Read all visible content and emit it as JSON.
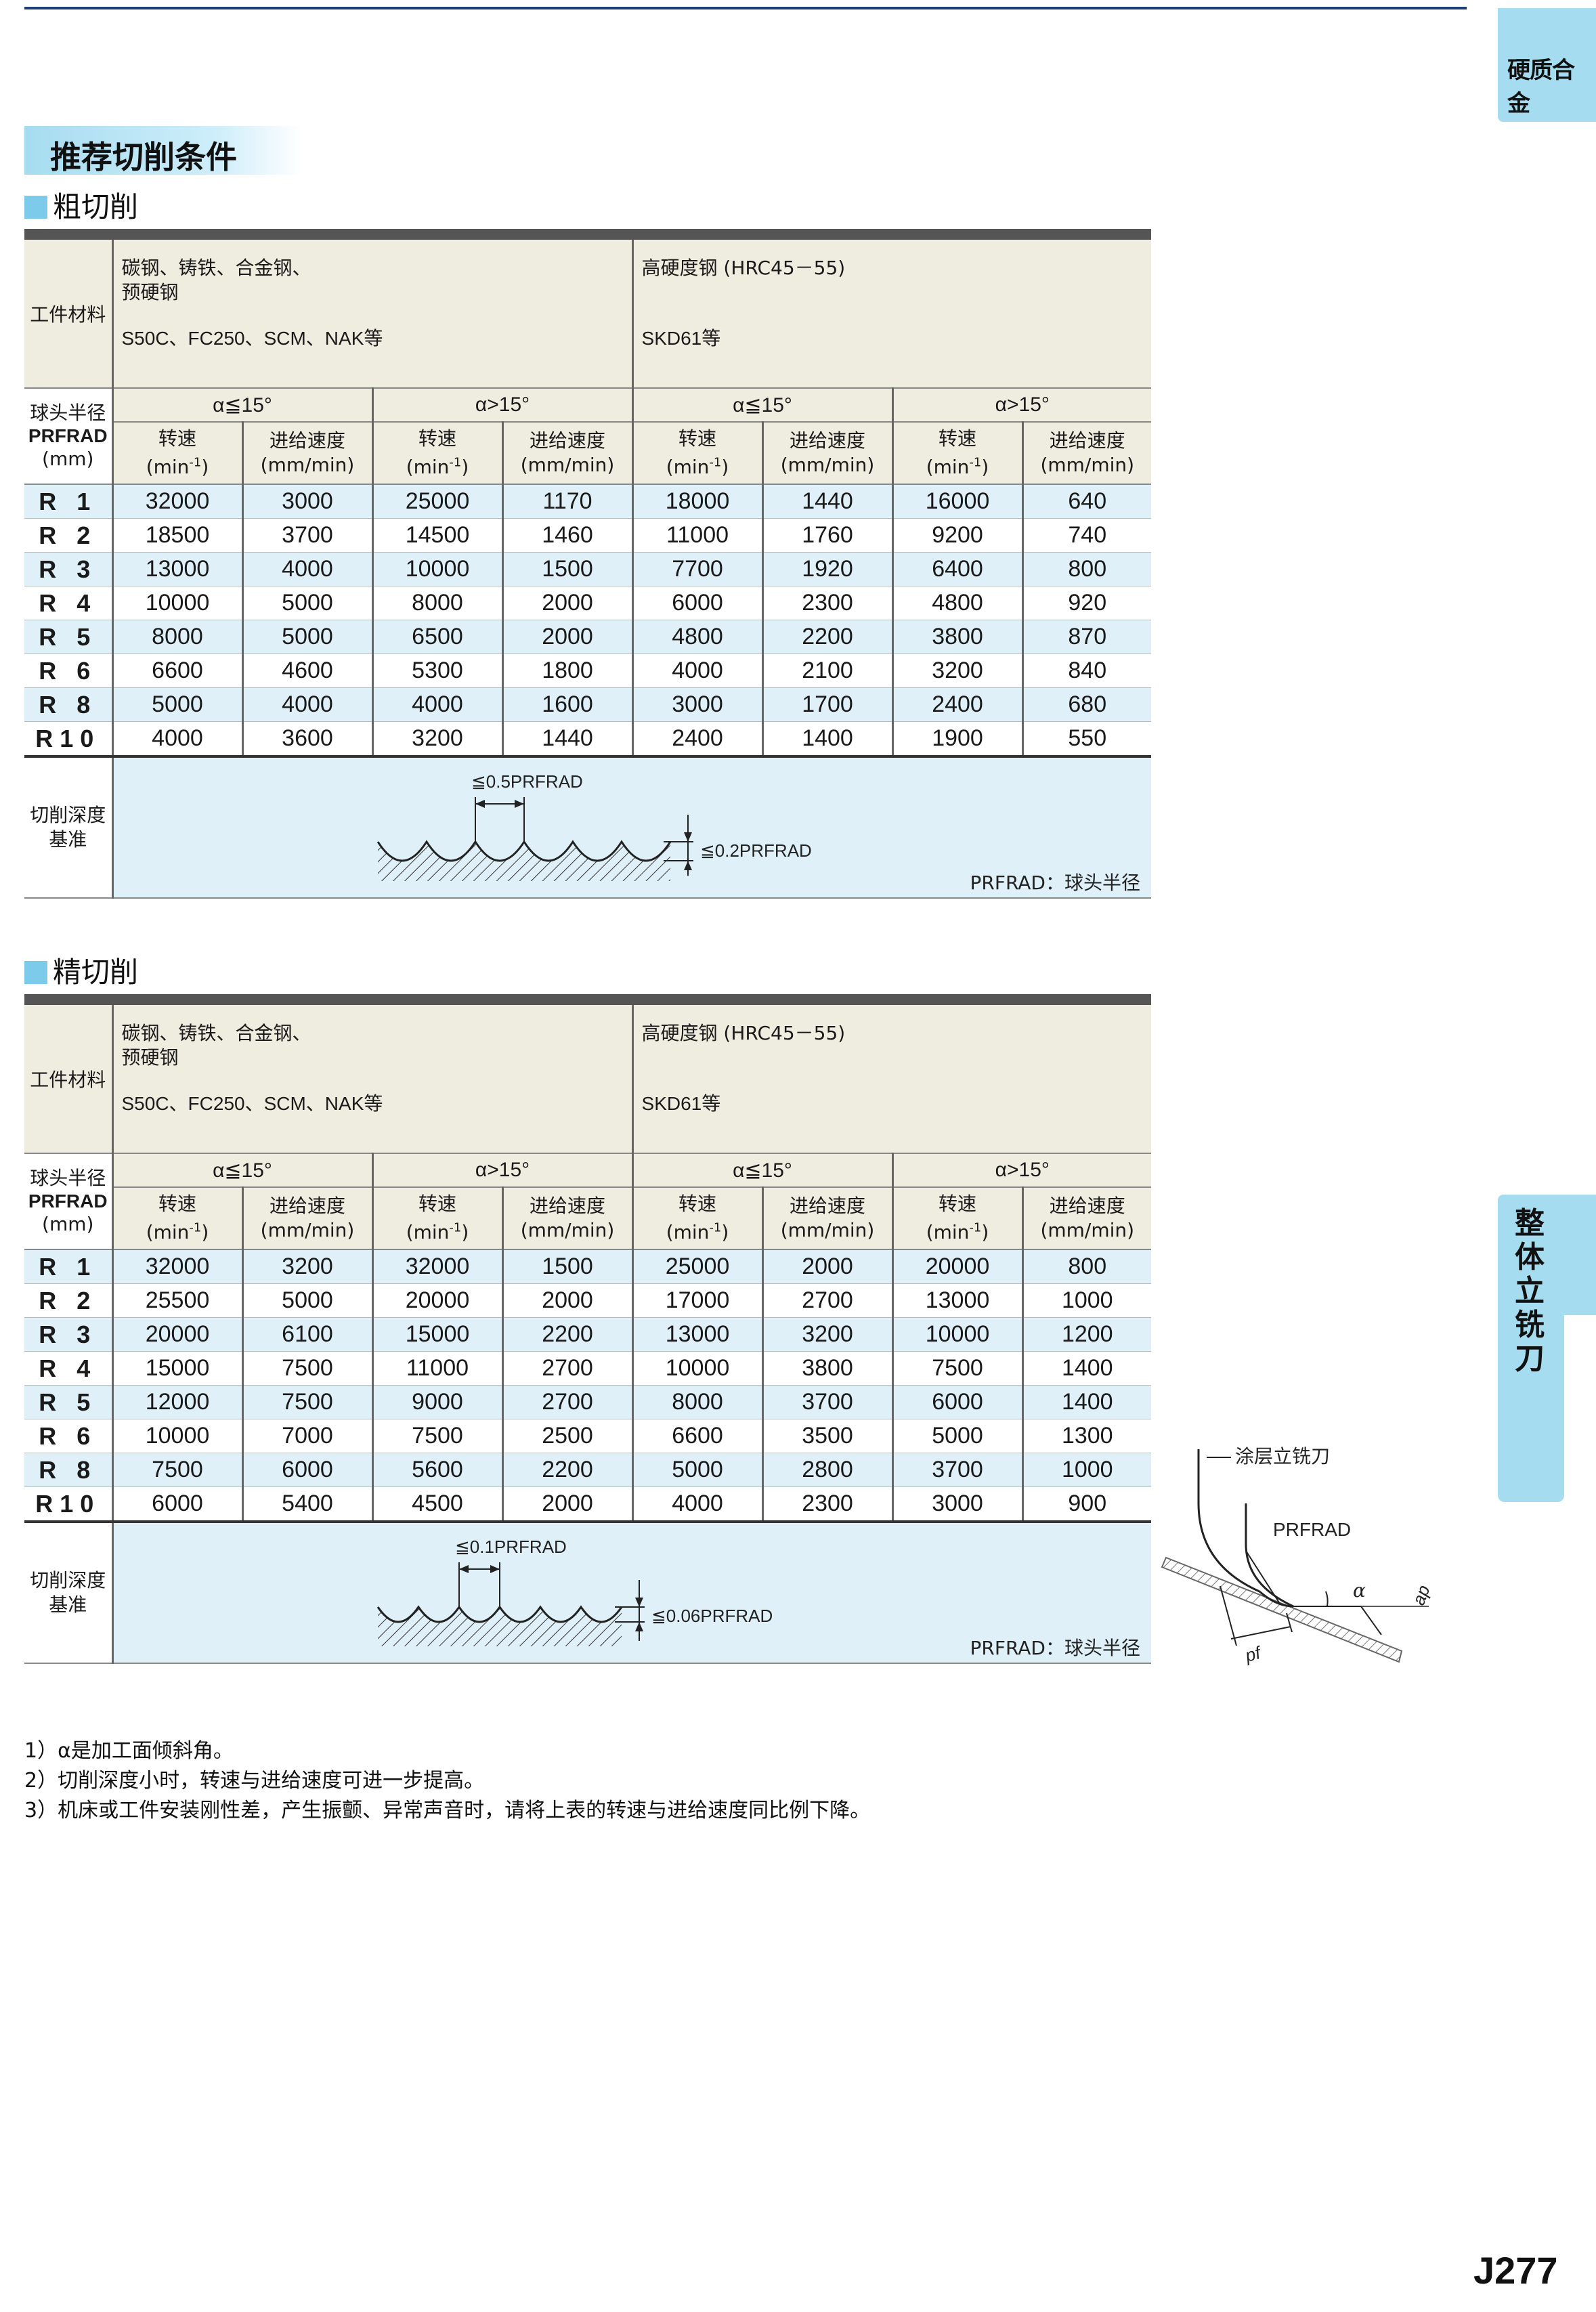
{
  "side_tab_top": "硬质合金",
  "side_tab_mid": [
    "整",
    "体",
    "立",
    "铣",
    "刀"
  ],
  "section_title": "推荐切削条件",
  "page_number": "J277",
  "labels": {
    "work_material": "工件材料",
    "ball_radius": [
      "球头半径",
      "PRFRAD",
      "(mm)"
    ],
    "cut_depth": [
      "切削深度",
      "基准"
    ],
    "prfrad_note": "PRFRAD：球头半径",
    "speed": [
      "转速",
      "(min-1)"
    ],
    "feed": [
      "进给速度",
      "(mm/min)"
    ],
    "angle_le": "α≦15°",
    "angle_gt": "α>15°"
  },
  "materials": {
    "left_top": [
      "碳钢、铸铁、合金钢、",
      "预硬钢"
    ],
    "left_bottom": "S50C、FC250、SCM、NAK等",
    "right_top": "高硬度钢 (HRC45－55)",
    "right_bottom": "SKD61等"
  },
  "rough": {
    "heading": "粗切削",
    "pitch_label": "≦0.5PRFRAD",
    "depth_label": "≦0.2PRFRAD",
    "rows": [
      {
        "r": "R 1",
        "v": [
          "32000",
          "3000",
          "25000",
          "1170",
          "18000",
          "1440",
          "16000",
          "640"
        ]
      },
      {
        "r": "R 2",
        "v": [
          "18500",
          "3700",
          "14500",
          "1460",
          "11000",
          "1760",
          "9200",
          "740"
        ]
      },
      {
        "r": "R 3",
        "v": [
          "13000",
          "4000",
          "10000",
          "1500",
          "7700",
          "1920",
          "6400",
          "800"
        ]
      },
      {
        "r": "R 4",
        "v": [
          "10000",
          "5000",
          "8000",
          "2000",
          "6000",
          "2300",
          "4800",
          "920"
        ]
      },
      {
        "r": "R 5",
        "v": [
          "8000",
          "5000",
          "6500",
          "2000",
          "4800",
          "2200",
          "3800",
          "870"
        ]
      },
      {
        "r": "R 6",
        "v": [
          "6600",
          "4600",
          "5300",
          "1800",
          "4000",
          "2100",
          "3200",
          "840"
        ]
      },
      {
        "r": "R 8",
        "v": [
          "5000",
          "4000",
          "4000",
          "1600",
          "3000",
          "1700",
          "2400",
          "680"
        ]
      },
      {
        "r": "R10",
        "v": [
          "4000",
          "3600",
          "3200",
          "1440",
          "2400",
          "1400",
          "1900",
          "550"
        ]
      }
    ]
  },
  "finish": {
    "heading": "精切削",
    "pitch_label": "≦0.1PRFRAD",
    "depth_label": "≦0.06PRFRAD",
    "rows": [
      {
        "r": "R 1",
        "v": [
          "32000",
          "3200",
          "32000",
          "1500",
          "25000",
          "2000",
          "20000",
          "800"
        ]
      },
      {
        "r": "R 2",
        "v": [
          "25500",
          "5000",
          "20000",
          "2000",
          "17000",
          "2700",
          "13000",
          "1000"
        ]
      },
      {
        "r": "R 3",
        "v": [
          "20000",
          "6100",
          "15000",
          "2200",
          "13000",
          "3200",
          "10000",
          "1200"
        ]
      },
      {
        "r": "R 4",
        "v": [
          "15000",
          "7500",
          "11000",
          "2700",
          "10000",
          "3800",
          "7500",
          "1400"
        ]
      },
      {
        "r": "R 5",
        "v": [
          "12000",
          "7500",
          "9000",
          "2700",
          "8000",
          "3700",
          "6000",
          "1400"
        ]
      },
      {
        "r": "R 6",
        "v": [
          "10000",
          "7000",
          "7500",
          "2500",
          "6600",
          "3500",
          "5000",
          "1300"
        ]
      },
      {
        "r": "R 8",
        "v": [
          "7500",
          "6000",
          "5600",
          "2200",
          "5000",
          "2800",
          "3700",
          "1000"
        ]
      },
      {
        "r": "R10",
        "v": [
          "6000",
          "5400",
          "4500",
          "2000",
          "4000",
          "2300",
          "3000",
          "900"
        ]
      }
    ]
  },
  "tool_figure": {
    "tool_label": "涂层立铣刀",
    "radius_label": "PRFRAD",
    "alpha_label": "α",
    "ap_label": "ap",
    "pf_label": "pf"
  },
  "notes": [
    "1）α是加工面倾斜角。",
    "2）切削深度小时，转速与进给速度可进一步提高。",
    "3）机床或工件安装刚性差，产生振颤、异常声音时，请将上表的转速与进给速度同比例下降。"
  ]
}
